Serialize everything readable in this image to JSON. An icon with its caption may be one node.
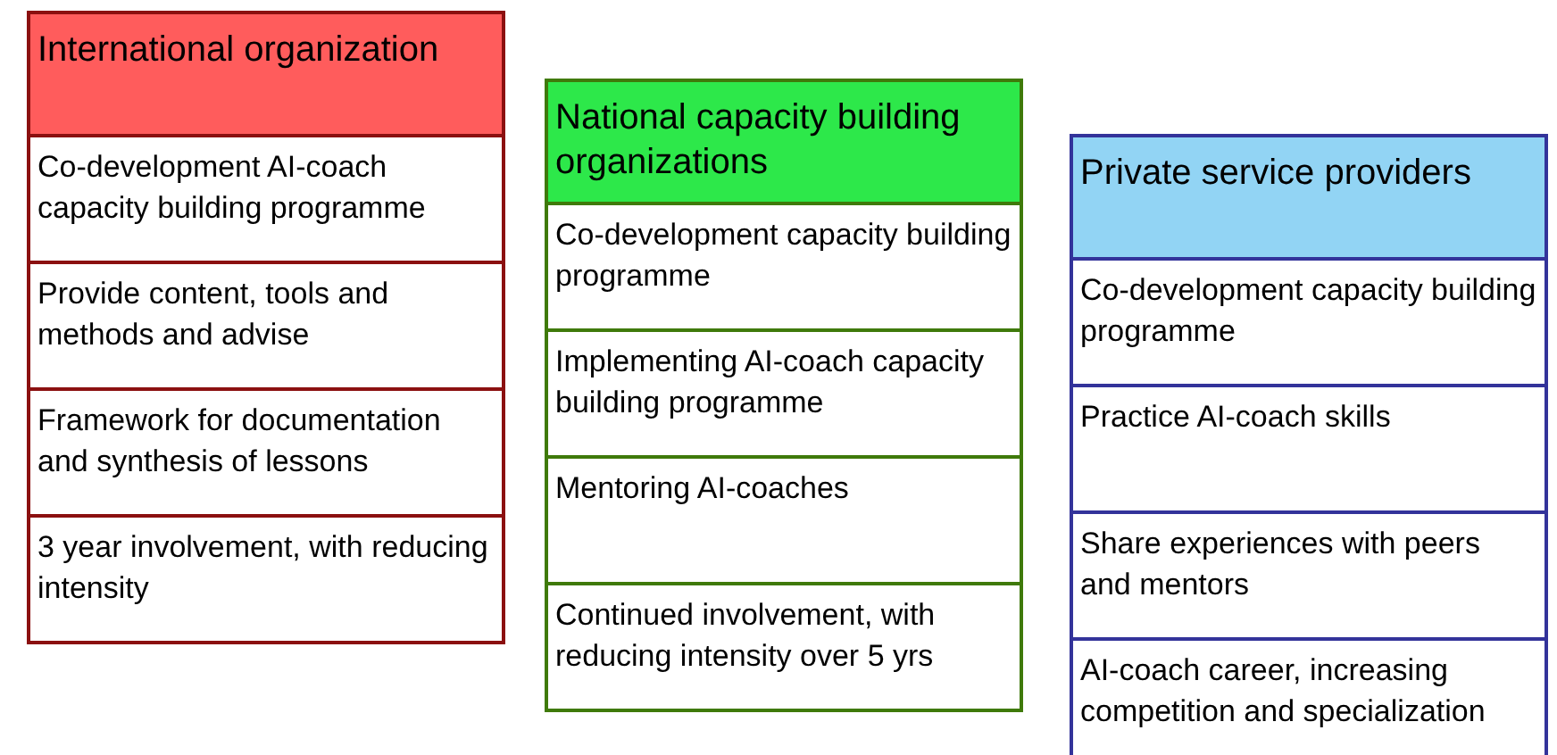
{
  "diagram": {
    "nodes": [
      {
        "text": [
          "International organization"
        ]
      },
      {
        "text": [
          "Co-development AI-coach capacity building programme"
        ]
      },
      {
        "text": [
          "Provide content, tools and methods and advise"
        ]
      },
      {
        "text": [
          "Framework for documentation and synthesis of lessons"
        ]
      },
      {
        "text": [
          "3 year involvement, with reducing intensity"
        ]
      },
      {
        "text": [
          "National capacity building organizations"
        ]
      },
      {
        "text": [
          "Co-development capacity building programme"
        ]
      },
      {
        "text": [
          "Implementing AI-coach capacity building programme"
        ]
      },
      {
        "text": [
          "Mentoring AI-coaches"
        ]
      },
      {
        "text": [
          "Continued involvement, with reducing intensity over 5 yrs"
        ]
      },
      {
        "text": [
          "Private service providers"
        ]
      },
      {
        "text": [
          "Co-development capacity building programme"
        ]
      },
      {
        "text": [
          "Practice AI-coach skills"
        ]
      },
      {
        "text": [
          "Share experiences with peers and mentors"
        ]
      },
      {
        "text": [
          "AI-coach career, increasing competition and specialization"
        ]
      }
    ],
    "edges": []
  }
}
